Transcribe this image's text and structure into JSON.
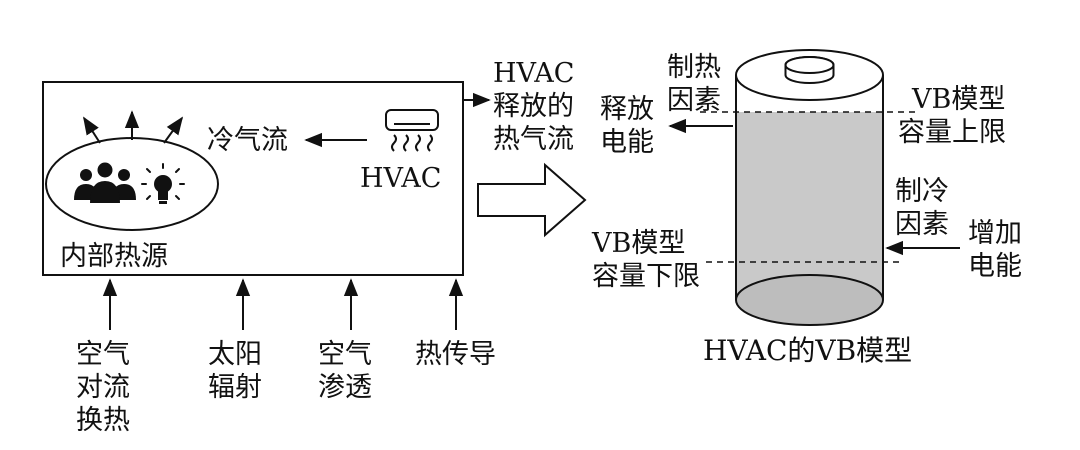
{
  "room": {
    "cold_air_label": "冷气流",
    "hvac_label": "HVAC",
    "internal_heat_label": "内部热源"
  },
  "hvac_release": {
    "line1": "HVAC",
    "line2": "释放的",
    "line3": "热气流"
  },
  "heat_sources": [
    {
      "lines": [
        "空气",
        "对流",
        "换热"
      ]
    },
    {
      "lines": [
        "太阳",
        "辐射"
      ]
    },
    {
      "lines": [
        "空气",
        "渗透"
      ]
    },
    {
      "lines": [
        "热传导"
      ]
    }
  ],
  "battery": {
    "release_label": [
      "释放",
      "电能"
    ],
    "heating_factor": [
      "制热",
      "因素"
    ],
    "upper_limit": [
      "VB模型",
      "容量上限"
    ],
    "cooling_factor": [
      "制冷",
      "因素"
    ],
    "add_label": [
      "增加",
      "电能"
    ],
    "lower_limit": [
      "VB模型",
      "容量下限"
    ],
    "caption": "HVAC的VB模型"
  },
  "icons": [
    "people-icon",
    "lightbulb-icon",
    "air-conditioner-icon",
    "hollow-right-arrow-icon"
  ]
}
